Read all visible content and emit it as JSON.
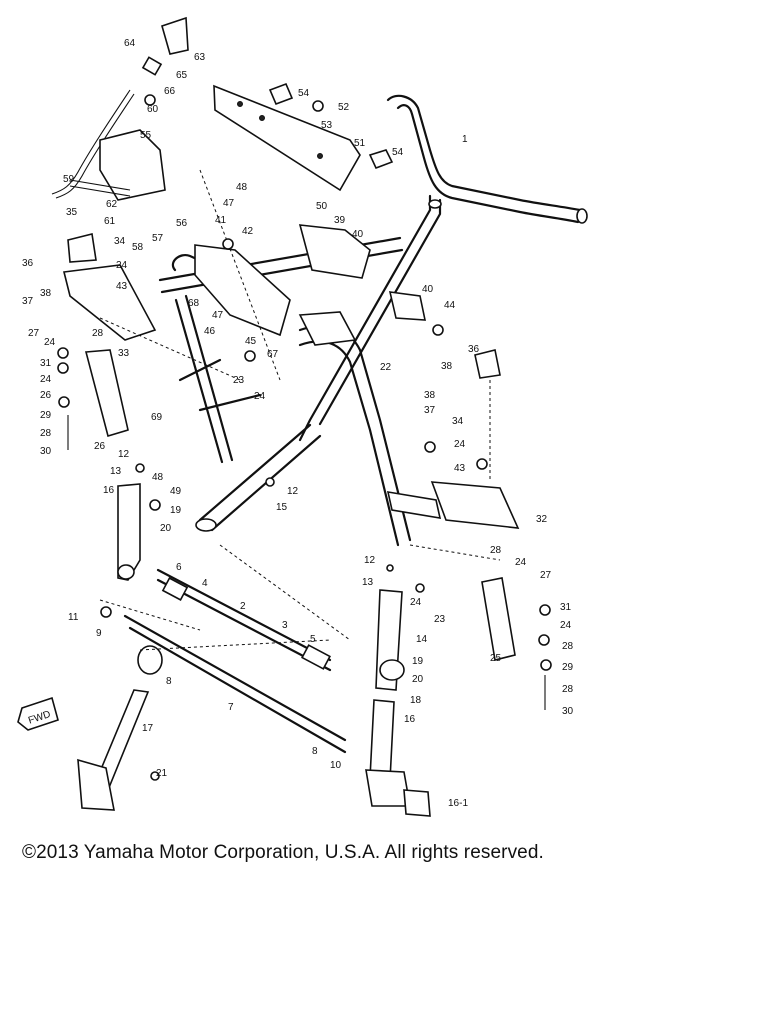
{
  "copyright": "©2013 Yamaha Motor Corporation, U.S.A. All rights reserved.",
  "direction_marker": "FWD",
  "callouts": [
    {
      "id": "c64",
      "label": "64"
    },
    {
      "id": "c63",
      "label": "63"
    },
    {
      "id": "c65",
      "label": "65"
    },
    {
      "id": "c66",
      "label": "66"
    },
    {
      "id": "c60",
      "label": "60"
    },
    {
      "id": "c54a",
      "label": "54"
    },
    {
      "id": "c52",
      "label": "52"
    },
    {
      "id": "c53",
      "label": "53"
    },
    {
      "id": "c51",
      "label": "51"
    },
    {
      "id": "c54b",
      "label": "54"
    },
    {
      "id": "c1",
      "label": "1"
    },
    {
      "id": "c55",
      "label": "55"
    },
    {
      "id": "c59",
      "label": "59"
    },
    {
      "id": "c62",
      "label": "62"
    },
    {
      "id": "c61",
      "label": "61"
    },
    {
      "id": "c35",
      "label": "35"
    },
    {
      "id": "c48a",
      "label": "48"
    },
    {
      "id": "c47a",
      "label": "47"
    },
    {
      "id": "c50",
      "label": "50"
    },
    {
      "id": "c41",
      "label": "41"
    },
    {
      "id": "c57",
      "label": "57"
    },
    {
      "id": "c58",
      "label": "58"
    },
    {
      "id": "c56",
      "label": "56"
    },
    {
      "id": "c42",
      "label": "42"
    },
    {
      "id": "c39",
      "label": "39"
    },
    {
      "id": "c40a",
      "label": "40"
    },
    {
      "id": "c36a",
      "label": "36"
    },
    {
      "id": "c34a",
      "label": "34"
    },
    {
      "id": "c24a",
      "label": "24"
    },
    {
      "id": "c38a",
      "label": "38"
    },
    {
      "id": "c43a",
      "label": "43"
    },
    {
      "id": "c37a",
      "label": "37"
    },
    {
      "id": "c68",
      "label": "68"
    },
    {
      "id": "c40b",
      "label": "40"
    },
    {
      "id": "c44",
      "label": "44"
    },
    {
      "id": "c27a",
      "label": "27"
    },
    {
      "id": "c24b",
      "label": "24"
    },
    {
      "id": "c28a",
      "label": "28"
    },
    {
      "id": "c47b",
      "label": "47"
    },
    {
      "id": "c46",
      "label": "46"
    },
    {
      "id": "c33",
      "label": "33"
    },
    {
      "id": "c45",
      "label": "45"
    },
    {
      "id": "c31a",
      "label": "31"
    },
    {
      "id": "c24c",
      "label": "24"
    },
    {
      "id": "c67",
      "label": "67"
    },
    {
      "id": "c22",
      "label": "22"
    },
    {
      "id": "c38b",
      "label": "38"
    },
    {
      "id": "c36b",
      "label": "36"
    },
    {
      "id": "c26a",
      "label": "26"
    },
    {
      "id": "c23a",
      "label": "23"
    },
    {
      "id": "c29a",
      "label": "29"
    },
    {
      "id": "c24d",
      "label": "24"
    },
    {
      "id": "c38c",
      "label": "38"
    },
    {
      "id": "c37b",
      "label": "37"
    },
    {
      "id": "c28b",
      "label": "28"
    },
    {
      "id": "c69",
      "label": "69"
    },
    {
      "id": "c30a",
      "label": "30"
    },
    {
      "id": "c26b",
      "label": "26"
    },
    {
      "id": "c34b",
      "label": "34"
    },
    {
      "id": "c24e",
      "label": "24"
    },
    {
      "id": "c43b",
      "label": "43"
    },
    {
      "id": "c12a",
      "label": "12"
    },
    {
      "id": "c13a",
      "label": "13"
    },
    {
      "id": "c48b",
      "label": "48"
    },
    {
      "id": "c49",
      "label": "49"
    },
    {
      "id": "c16a",
      "label": "16"
    },
    {
      "id": "c12b",
      "label": "12"
    },
    {
      "id": "c15",
      "label": "15"
    },
    {
      "id": "c19a",
      "label": "19"
    },
    {
      "id": "c20a",
      "label": "20"
    },
    {
      "id": "c32",
      "label": "32"
    },
    {
      "id": "c28c",
      "label": "28"
    },
    {
      "id": "c24f",
      "label": "24"
    },
    {
      "id": "c27b",
      "label": "27"
    },
    {
      "id": "c12c",
      "label": "12"
    },
    {
      "id": "c6",
      "label": "6"
    },
    {
      "id": "c13b",
      "label": "13"
    },
    {
      "id": "c4",
      "label": "4"
    },
    {
      "id": "c24g",
      "label": "24"
    },
    {
      "id": "c23b",
      "label": "23"
    },
    {
      "id": "c31b",
      "label": "31"
    },
    {
      "id": "c11",
      "label": "11"
    },
    {
      "id": "c2",
      "label": "2"
    },
    {
      "id": "c24h",
      "label": "24"
    },
    {
      "id": "c9",
      "label": "9"
    },
    {
      "id": "c14",
      "label": "14"
    },
    {
      "id": "c28d",
      "label": "28"
    },
    {
      "id": "c3",
      "label": "3"
    },
    {
      "id": "c5",
      "label": "5"
    },
    {
      "id": "c25",
      "label": "25"
    },
    {
      "id": "c19b",
      "label": "19"
    },
    {
      "id": "c29b",
      "label": "29"
    },
    {
      "id": "c20b",
      "label": "20"
    },
    {
      "id": "c8a",
      "label": "8"
    },
    {
      "id": "c18",
      "label": "18"
    },
    {
      "id": "c28e",
      "label": "28"
    },
    {
      "id": "c7",
      "label": "7"
    },
    {
      "id": "c30b",
      "label": "30"
    },
    {
      "id": "c16b",
      "label": "16"
    },
    {
      "id": "c17",
      "label": "17"
    },
    {
      "id": "c8b",
      "label": "8"
    },
    {
      "id": "c10",
      "label": "10"
    },
    {
      "id": "c21",
      "label": "21"
    },
    {
      "id": "c16-1",
      "label": "16-1"
    }
  ]
}
